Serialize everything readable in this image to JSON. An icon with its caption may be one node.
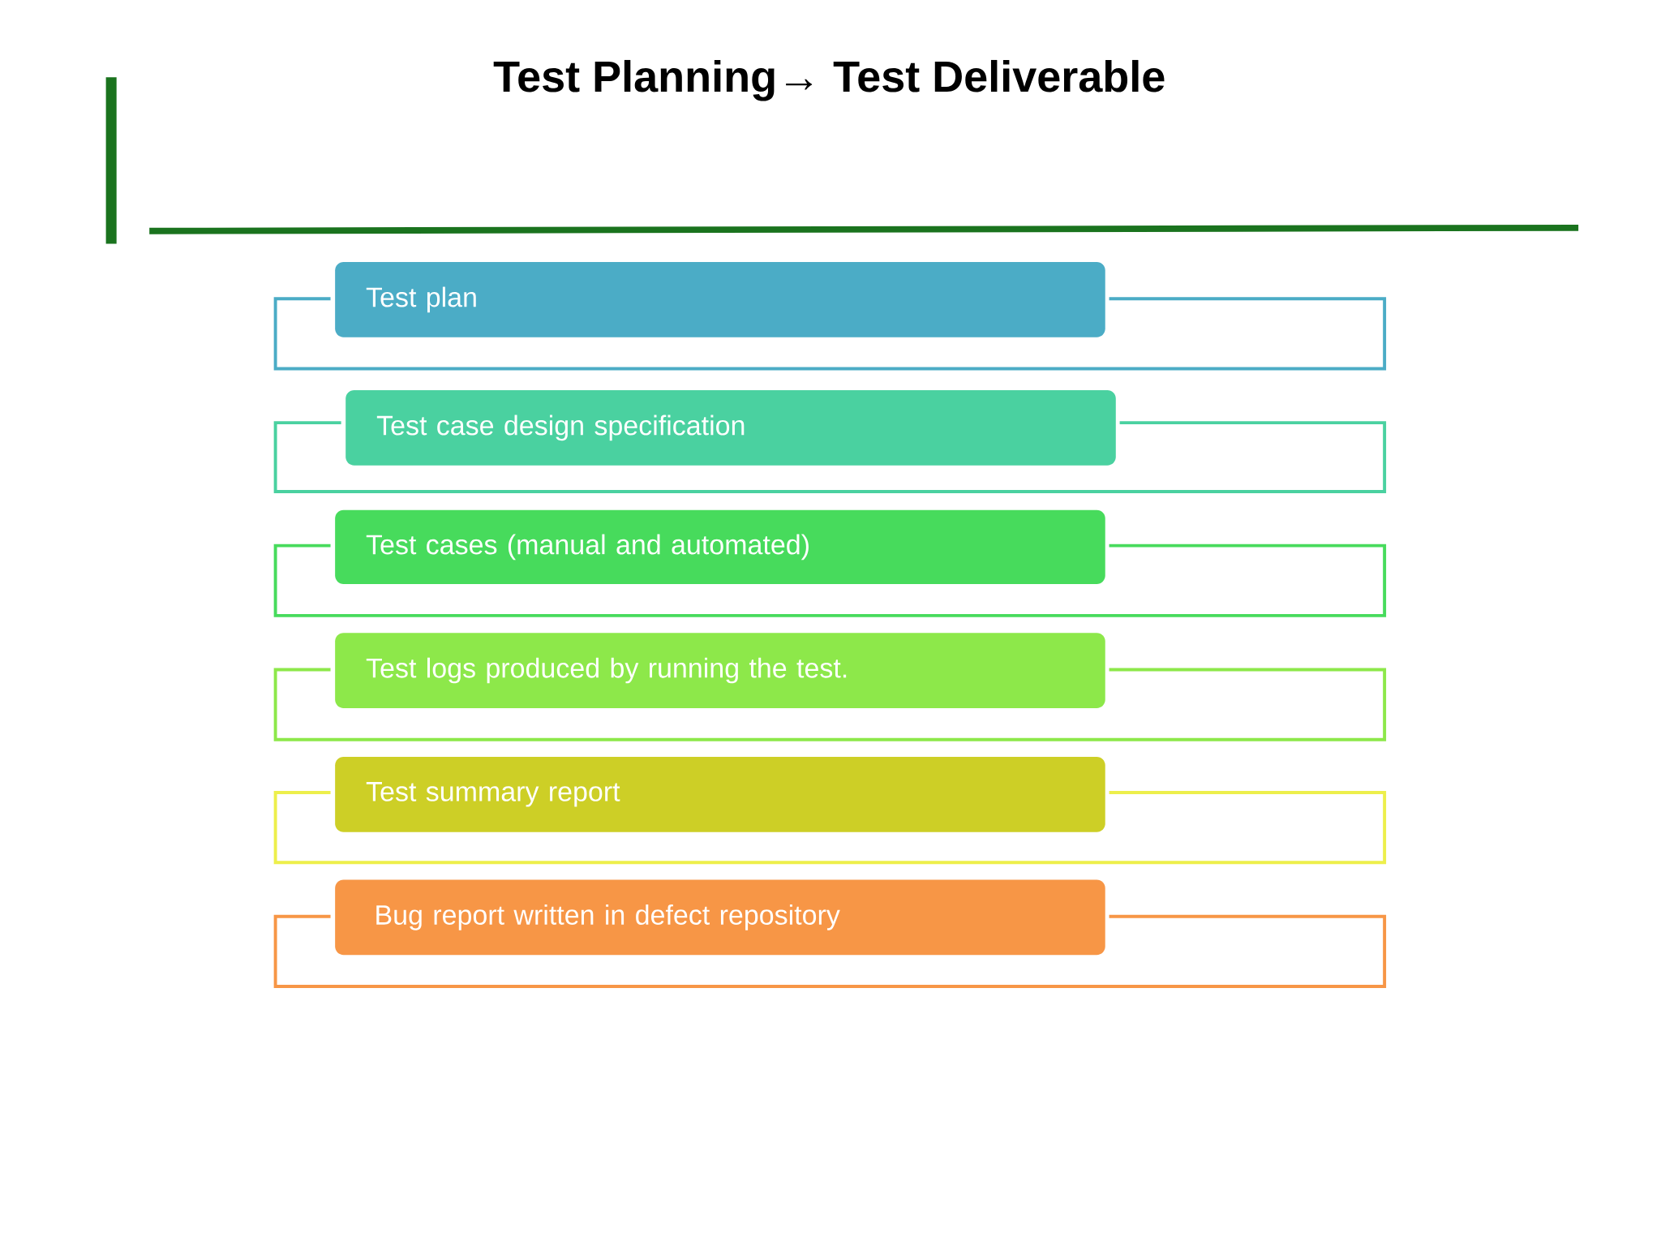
{
  "diagram": {
    "title": "Test Planning→ Test Deliverable",
    "nodes": [
      {
        "text": [
          "Test plan"
        ]
      },
      {
        "text": [
          "Test case design specification"
        ]
      },
      {
        "text": [
          "Test cases (manual and automated)"
        ]
      },
      {
        "text": [
          "Test logs produced by running the test."
        ]
      },
      {
        "text": [
          "Test summary report"
        ]
      },
      {
        "text": [
          "Bug report written in defect repository"
        ]
      }
    ]
  }
}
